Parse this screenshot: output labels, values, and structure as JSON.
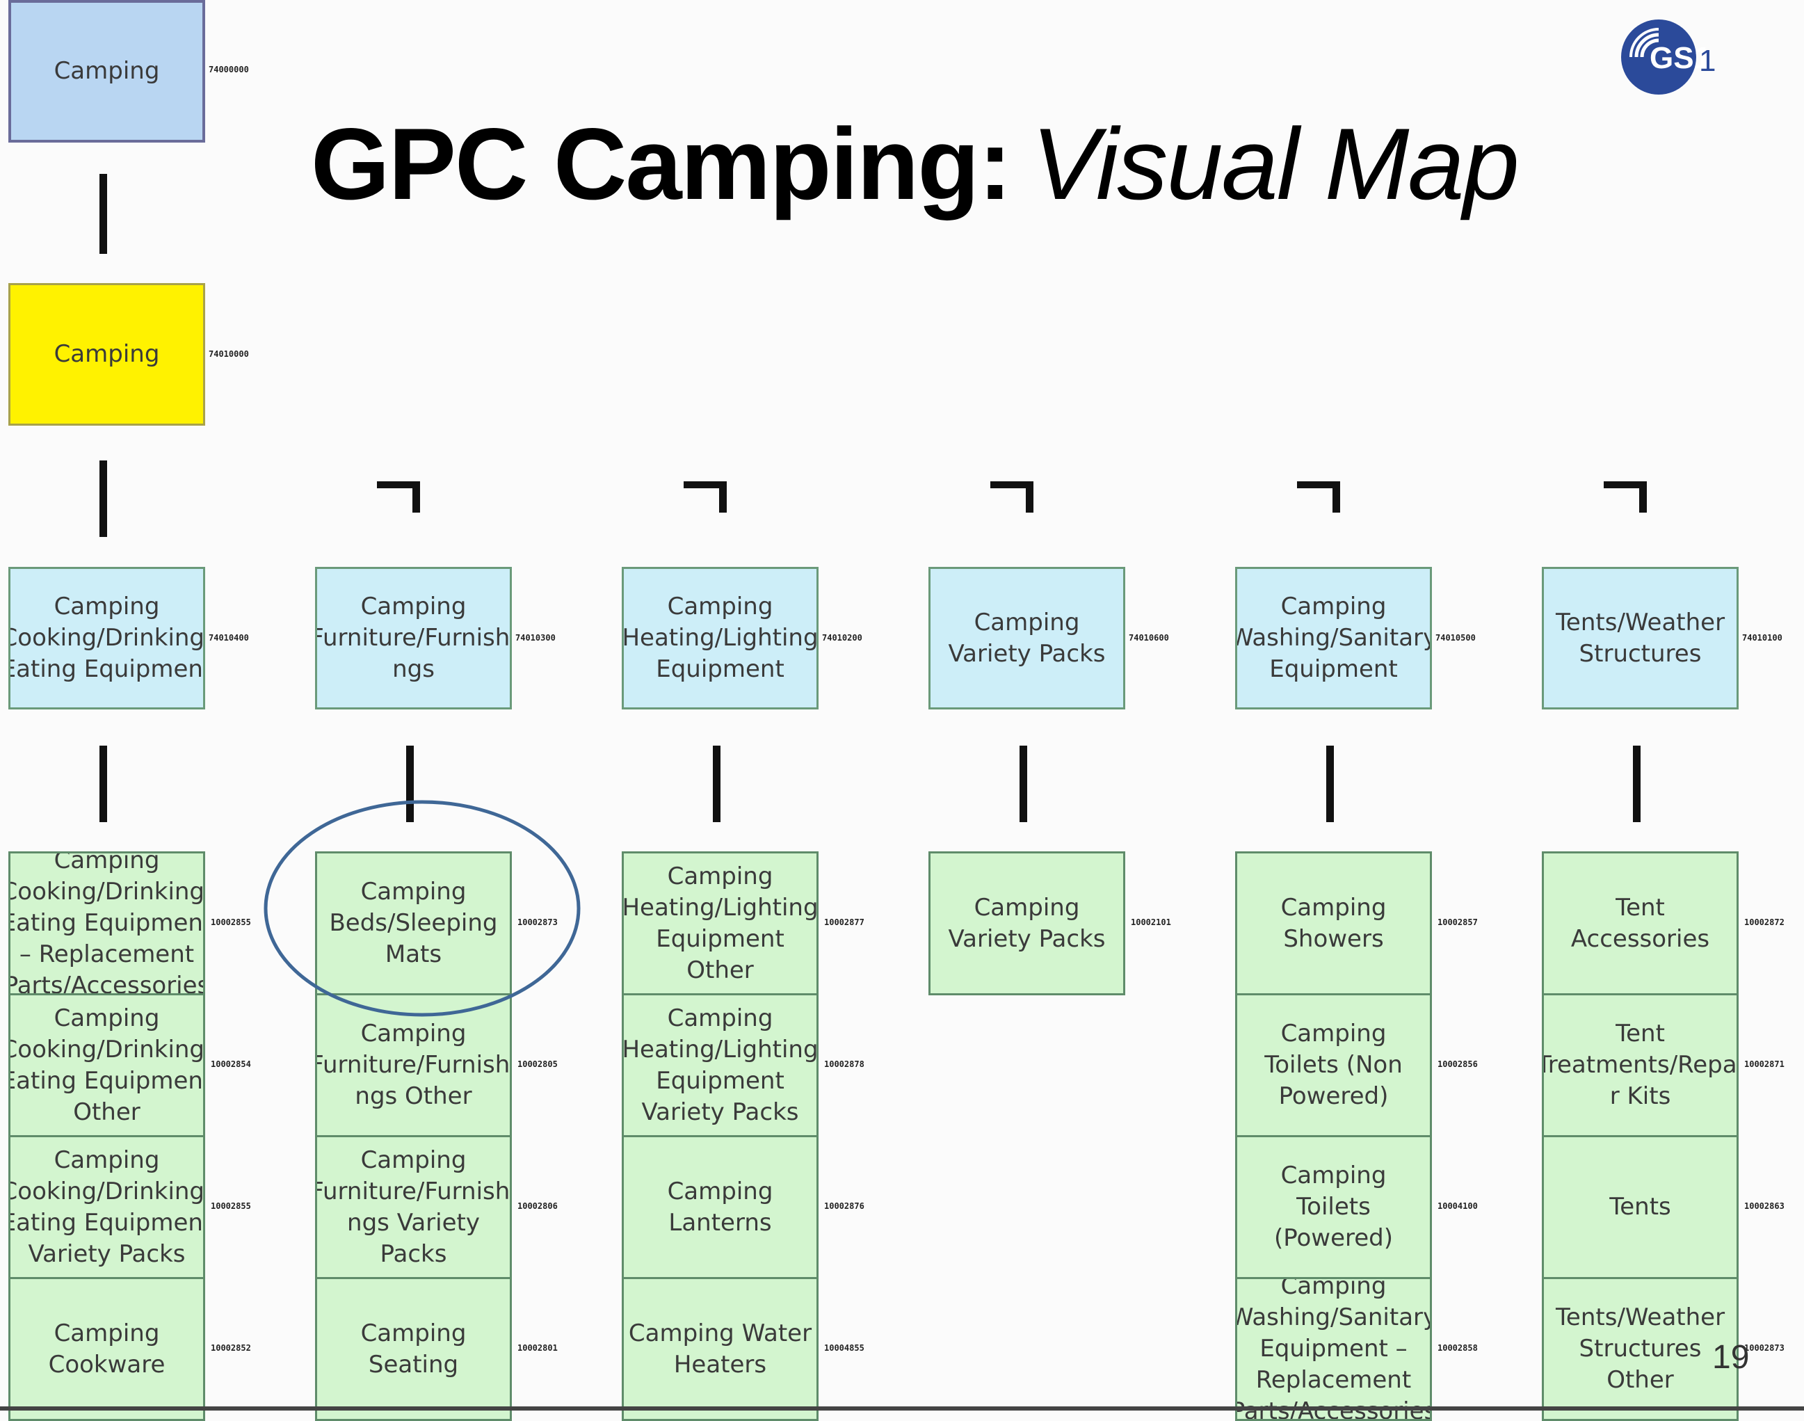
{
  "title": {
    "bold": "GPC Camping:",
    "italic": "Visual Map"
  },
  "logo": {
    "text": "GS1",
    "suffix": "1",
    "color": "#2b4a9a"
  },
  "page_number": "19",
  "segment": {
    "label": "Camping",
    "code": "74000000"
  },
  "family": {
    "label": "Camping",
    "code": "74010000"
  },
  "classes": [
    {
      "label": "Camping Cooking/Drinking/ Eating Equipment",
      "code": "74010400",
      "bricks": [
        {
          "label": "Camping Cooking/Drinking/ Eating Equipment – Replacement Parts/Accessories",
          "code": "10002855"
        },
        {
          "label": "Camping Cooking/Drinking/ Eating Equipment Other",
          "code": "10002854"
        },
        {
          "label": "Camping Cooking/Drinking/ Eating Equipment Variety Packs",
          "code": "10002855"
        },
        {
          "label": "Camping Cookware",
          "code": "10002852"
        }
      ]
    },
    {
      "label": "Camping Furniture/Furnishi ngs",
      "code": "74010300",
      "bricks": [
        {
          "label": "Camping Beds/Sleeping Mats",
          "code": "10002873"
        },
        {
          "label": "Camping Furniture/Furnishi ngs Other",
          "code": "10002805"
        },
        {
          "label": "Camping Furniture/Furnishi ngs Variety Packs",
          "code": "10002806"
        },
        {
          "label": "Camping Seating",
          "code": "10002801"
        }
      ]
    },
    {
      "label": "Camping Heating/Lighting Equipment",
      "code": "74010200",
      "bricks": [
        {
          "label": "Camping Heating/Lighting Equipment Other",
          "code": "10002877"
        },
        {
          "label": "Camping Heating/Lighting Equipment Variety Packs",
          "code": "10002878"
        },
        {
          "label": "Camping Lanterns",
          "code": "10002876"
        },
        {
          "label": "Camping Water Heaters",
          "code": "10004855"
        }
      ]
    },
    {
      "label": "Camping Variety Packs",
      "code": "74010600",
      "bricks": [
        {
          "label": "Camping Variety Packs",
          "code": "10002101"
        }
      ]
    },
    {
      "label": "Camping Washing/Sanitary Equipment",
      "code": "74010500",
      "bricks": [
        {
          "label": "Camping Showers",
          "code": "10002857"
        },
        {
          "label": "Camping Toilets (Non Powered)",
          "code": "10002856"
        },
        {
          "label": "Camping Toilets (Powered)",
          "code": "10004100"
        },
        {
          "label": "Camping Washing/Sanitary Equipment – Replacement Parts/Accessories",
          "code": "10002858"
        }
      ]
    },
    {
      "label": "Tents/Weather Structures",
      "code": "74010100",
      "bricks": [
        {
          "label": "Tent Accessories",
          "code": "10002872"
        },
        {
          "label": "Tent Treatments/Repai r Kits",
          "code": "10002871"
        },
        {
          "label": "Tents",
          "code": "10002863"
        },
        {
          "label": "Tents/Weather Structures Other",
          "code": "10002873"
        }
      ]
    }
  ],
  "highlighted_brick": "Camping Beds/Sleeping Mats"
}
